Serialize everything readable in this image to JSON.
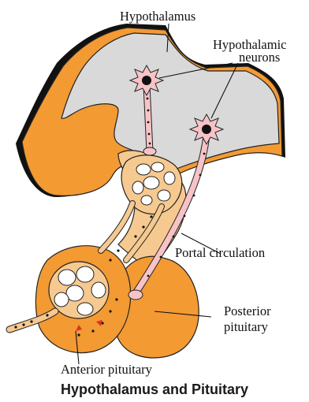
{
  "labels": {
    "hypothalamus": "Hypothalamus",
    "neurons_line1": "Hypothalamic",
    "neurons_line2": "neurons",
    "portal": "Portal circulation",
    "posterior_line1": "Posterior",
    "posterior_line2": "pituitary",
    "anterior": "Anterior pituitary"
  },
  "caption": "Hypothalamus and Pituitary",
  "colors": {
    "hypothalamus_fill": "#d9d9d9",
    "outer_orange": "#f39a33",
    "light_tan": "#f6c990",
    "neuron_pink": "#f7c3c6",
    "nucleus": "#111111",
    "outline": "#222222",
    "arrow_red": "#e0302a"
  }
}
